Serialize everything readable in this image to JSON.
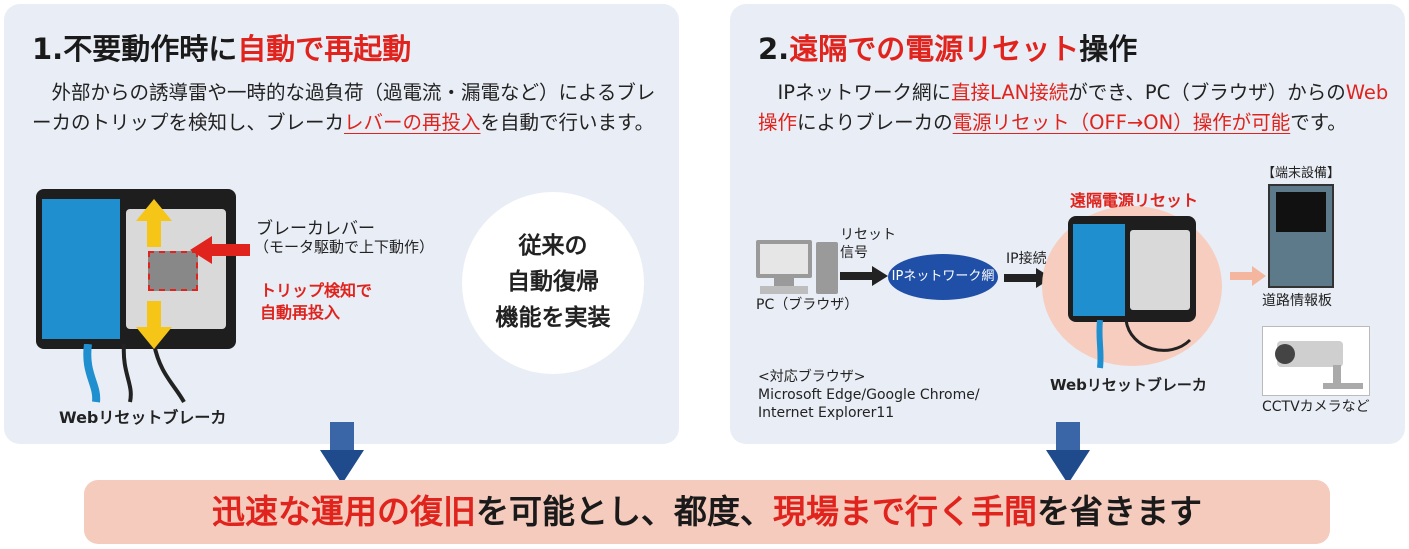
{
  "panel1": {
    "title_num": "1.",
    "title_a": "不要動作時に",
    "title_b": "自動で再起動",
    "desc_a": "　外部からの誘導雷や一時的な過負荷（過電流・漏電など）によるブレーカのトリップを検知し、ブレーカ",
    "desc_b": "レバーの再投入",
    "desc_c": "を自動で行います。",
    "lever_label": "ブレーカレバー",
    "lever_sub": "（モータ駆動で上下動作）",
    "trip_line1": "トリップ検知で",
    "trip_line2": "自動再投入",
    "circle_line1": "従来の",
    "circle_line2": "自動復帰",
    "circle_line3": "機能を実装",
    "device_label": "Webリセットブレーカ"
  },
  "panel2": {
    "title_num": "2.",
    "title_a": "遠隔での電源リセット",
    "title_b": "操作",
    "desc_a": "　IPネットワーク網に",
    "desc_b": "直接LAN接続",
    "desc_c": "ができ、PC（ブラウザ）からの",
    "desc_d": "Web操作",
    "desc_e": "によりブレーカの",
    "desc_f": "電源リセット（OFF→ON）操作が可能",
    "desc_g": "です。",
    "reset_signal1": "リセット",
    "reset_signal2": "信号",
    "pc_label": "PC（ブラウザ）",
    "network_label": "IPネットワーク網",
    "ip_label": "IP接続",
    "remote_label": "遠隔電源リセット",
    "device_label": "Webリセットブレーカ",
    "terminal_label": "【端末設備】",
    "road_label": "道路情報板",
    "cctv_label": "CCTVカメラなど",
    "browser_title": "<対応ブラウザ>",
    "browser_line1": "Microsoft Edge/Google Chrome/",
    "browser_line2": "Internet Explorer11"
  },
  "bottom": {
    "a": "迅速な運用の復旧",
    "b": "を可能とし、都度、",
    "c": "現場まで行く手間",
    "d": "を省きます"
  },
  "colors": {
    "red": "#e0231c",
    "blue": "#1f4fa6",
    "panel": "#e9edf5",
    "bar": "#f5cbbd",
    "arrow": "#1f4a8c"
  }
}
